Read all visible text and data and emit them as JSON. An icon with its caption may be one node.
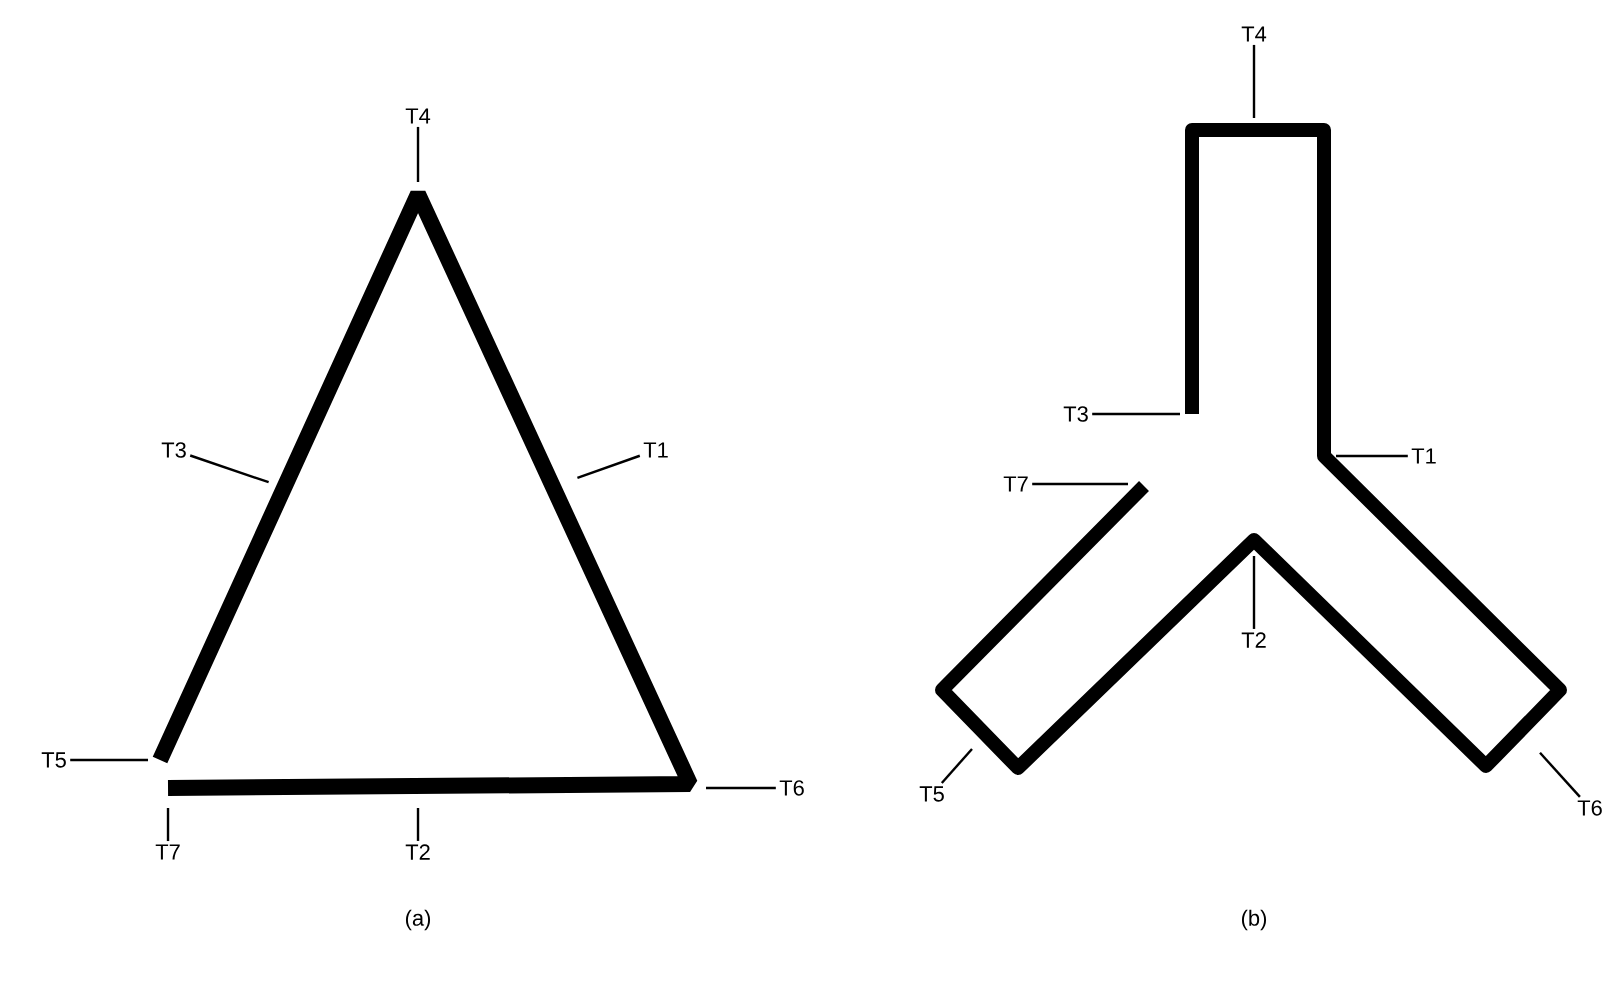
{
  "diagram": {
    "nodes": [
      {
        "text": [
          "T4"
        ]
      },
      {
        "text": [
          "T3"
        ]
      },
      {
        "text": [
          "T1"
        ]
      },
      {
        "text": [
          "T5"
        ]
      },
      {
        "text": [
          "T6"
        ]
      },
      {
        "text": [
          "T7"
        ]
      },
      {
        "text": [
          "T2"
        ]
      },
      {
        "text": [
          "T4"
        ]
      },
      {
        "text": [
          "T3"
        ]
      },
      {
        "text": [
          "T1"
        ]
      },
      {
        "text": [
          "T7"
        ]
      },
      {
        "text": [
          "T2"
        ]
      },
      {
        "text": [
          "T5"
        ]
      },
      {
        "text": [
          "T6"
        ]
      }
    ],
    "edges": [
      {
        "from": 0,
        "to": null,
        "arrow": "none"
      },
      {
        "from": 1,
        "to": null,
        "arrow": "none"
      },
      {
        "from": 2,
        "to": null,
        "arrow": "none"
      },
      {
        "from": 3,
        "to": null,
        "arrow": "none"
      },
      {
        "from": 4,
        "to": null,
        "arrow": "none"
      },
      {
        "from": 5,
        "to": null,
        "arrow": "none"
      },
      {
        "from": 6,
        "to": null,
        "arrow": "none"
      },
      {
        "from": 7,
        "to": null,
        "arrow": "none"
      },
      {
        "from": 8,
        "to": null,
        "arrow": "none"
      },
      {
        "from": 9,
        "to": null,
        "arrow": "none"
      },
      {
        "from": 10,
        "to": null,
        "arrow": "none"
      },
      {
        "from": 11,
        "to": null,
        "arrow": "none"
      },
      {
        "from": 12,
        "to": null,
        "arrow": "none"
      },
      {
        "from": 13,
        "to": null,
        "arrow": "none"
      }
    ],
    "labels": [
      "(a)",
      "(b)"
    ]
  }
}
